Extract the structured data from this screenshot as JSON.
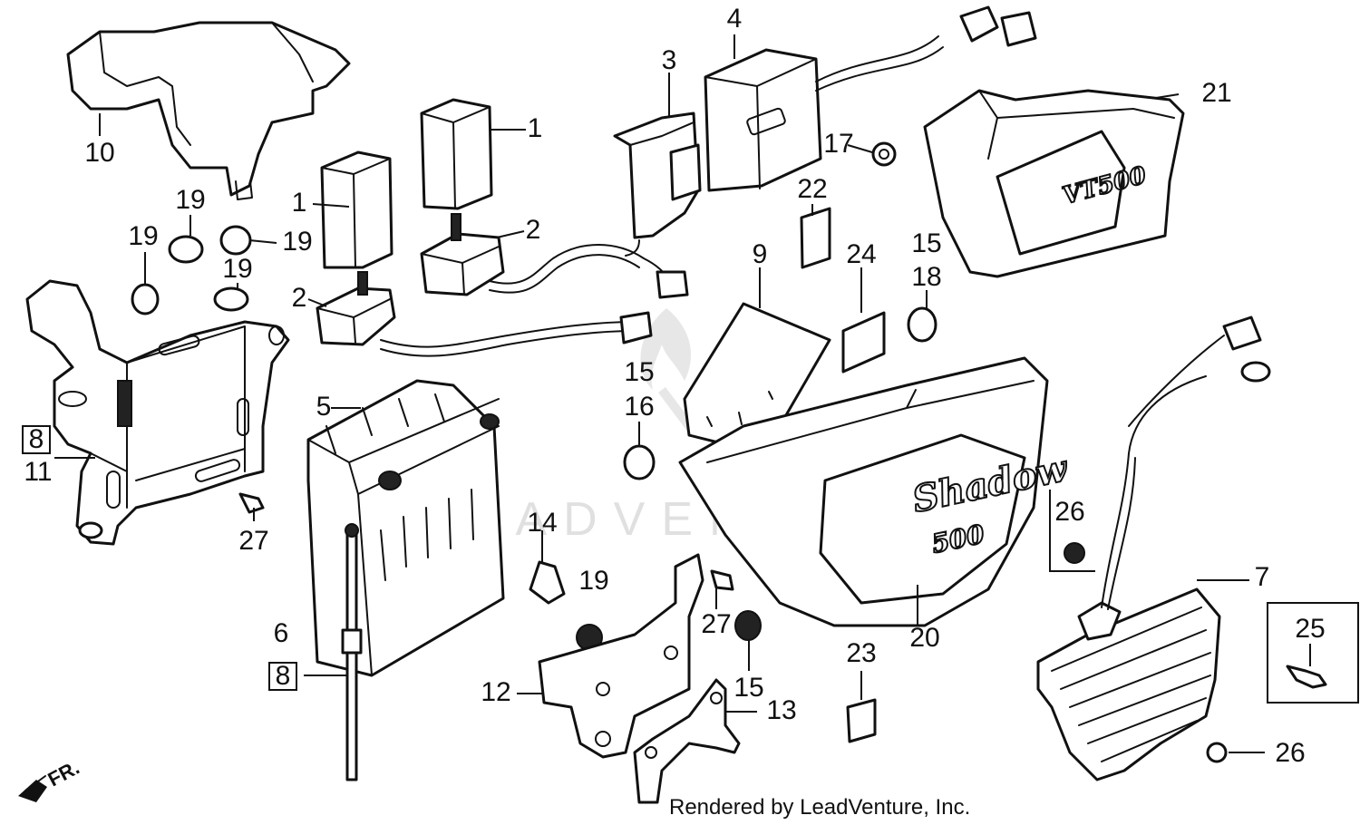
{
  "diagram": {
    "watermark": "LEADVENTURE",
    "credit": "Rendered by LeadVenture, Inc.",
    "direction_marker": "FR.",
    "side_cover_logo": "Shadow",
    "side_cover_logo_sub": "500",
    "top_cover_logo": "VT500",
    "callouts": [
      {
        "id": "c1a",
        "text": "1"
      },
      {
        "id": "c1b",
        "text": "1"
      },
      {
        "id": "c2a",
        "text": "2"
      },
      {
        "id": "c2b",
        "text": "2"
      },
      {
        "id": "c3",
        "text": "3"
      },
      {
        "id": "c4",
        "text": "4"
      },
      {
        "id": "c5",
        "text": "5"
      },
      {
        "id": "c6",
        "text": "6"
      },
      {
        "id": "c7",
        "text": "7"
      },
      {
        "id": "c8a",
        "text": "8"
      },
      {
        "id": "c8b",
        "text": "8"
      },
      {
        "id": "c9",
        "text": "9"
      },
      {
        "id": "c10",
        "text": "10"
      },
      {
        "id": "c11",
        "text": "11"
      },
      {
        "id": "c12",
        "text": "12"
      },
      {
        "id": "c13",
        "text": "13"
      },
      {
        "id": "c14",
        "text": "14"
      },
      {
        "id": "c15a",
        "text": "15"
      },
      {
        "id": "c15b",
        "text": "15"
      },
      {
        "id": "c15c",
        "text": "15"
      },
      {
        "id": "c16",
        "text": "16"
      },
      {
        "id": "c17",
        "text": "17"
      },
      {
        "id": "c18",
        "text": "18"
      },
      {
        "id": "c19a",
        "text": "19"
      },
      {
        "id": "c19b",
        "text": "19"
      },
      {
        "id": "c19c",
        "text": "19"
      },
      {
        "id": "c19d",
        "text": "19"
      },
      {
        "id": "c19e",
        "text": "19"
      },
      {
        "id": "c20",
        "text": "20"
      },
      {
        "id": "c21",
        "text": "21"
      },
      {
        "id": "c22",
        "text": "22"
      },
      {
        "id": "c23",
        "text": "23"
      },
      {
        "id": "c24",
        "text": "24"
      },
      {
        "id": "c25",
        "text": "25"
      },
      {
        "id": "c26a",
        "text": "26"
      },
      {
        "id": "c26b",
        "text": "26"
      },
      {
        "id": "c27a",
        "text": "27"
      },
      {
        "id": "c27b",
        "text": "27"
      }
    ]
  }
}
